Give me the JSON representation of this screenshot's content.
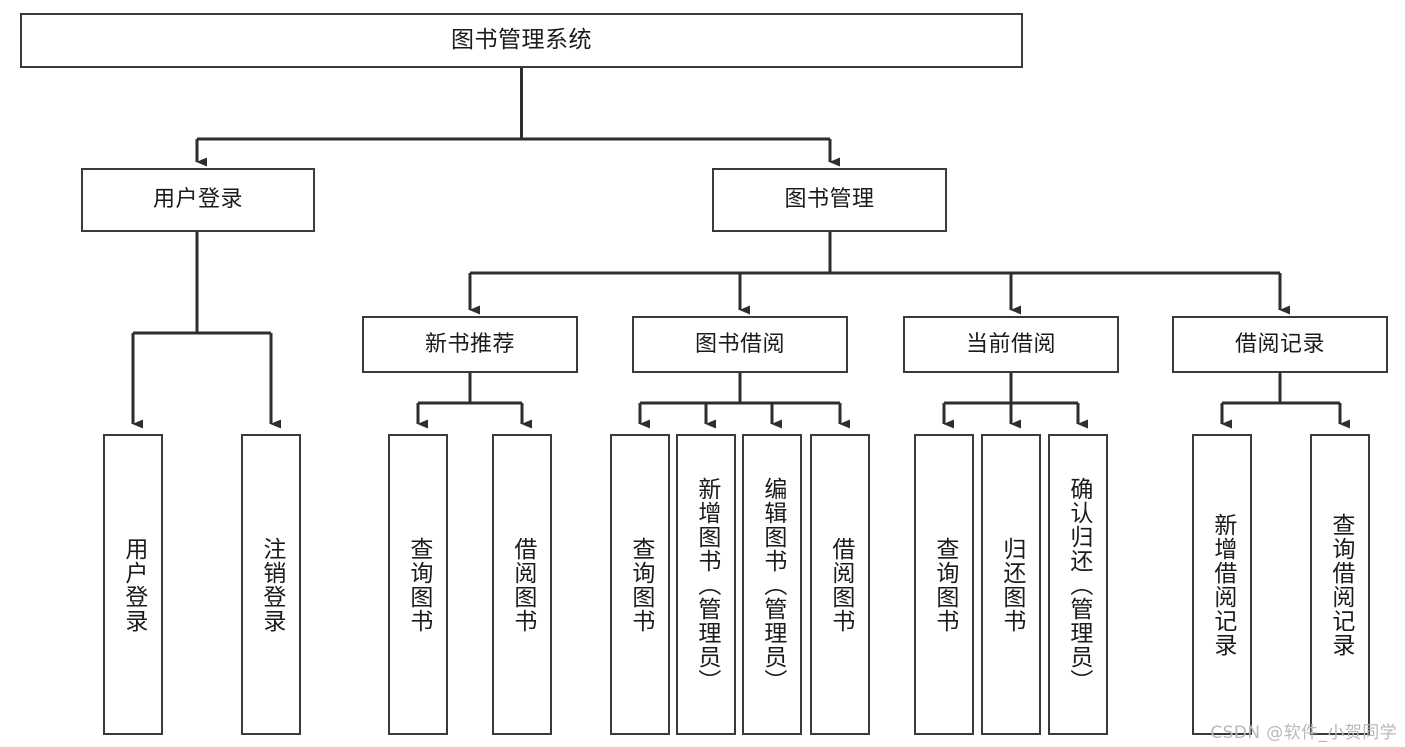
{
  "diagram": {
    "title": "图书管理系统",
    "type": "tree-hierarchy-chart",
    "watermark": "CSDN @软件_小贺同学",
    "colors": {
      "border": "#3a3a3a",
      "background": "#ffffff",
      "text": "#1b1b1b",
      "watermark": "#b9b9b9"
    },
    "nodes": {
      "root": {
        "label": "图书管理系统"
      },
      "level2": [
        {
          "id": "user-login",
          "label": "用户登录"
        },
        {
          "id": "book-management",
          "label": "图书管理"
        }
      ],
      "level3": [
        {
          "id": "new-book-recommend",
          "label": "新书推荐"
        },
        {
          "id": "book-borrow",
          "label": "图书借阅"
        },
        {
          "id": "current-borrow",
          "label": "当前借阅"
        },
        {
          "id": "borrow-record",
          "label": "借阅记录"
        }
      ],
      "leaves": {
        "user-login": [
          {
            "id": "leaf-user-login",
            "label": "用户登录"
          },
          {
            "id": "leaf-user-logout",
            "label": "注销登录"
          }
        ],
        "new-book-recommend": [
          {
            "id": "leaf-query-book-1",
            "label": "查询图书"
          },
          {
            "id": "leaf-borrow-book-1",
            "label": "借阅图书"
          }
        ],
        "book-borrow": [
          {
            "id": "leaf-query-book-2",
            "label": "查询图书"
          },
          {
            "id": "leaf-add-book",
            "label": "新增图书（管理员）"
          },
          {
            "id": "leaf-edit-book",
            "label": "编辑图书（管理员）"
          },
          {
            "id": "leaf-borrow-book-2",
            "label": "借阅图书"
          }
        ],
        "current-borrow": [
          {
            "id": "leaf-query-book-3",
            "label": "查询图书"
          },
          {
            "id": "leaf-return-book",
            "label": "归还图书"
          },
          {
            "id": "leaf-confirm-return",
            "label": "确认归还（管理员）"
          }
        ],
        "borrow-record": [
          {
            "id": "leaf-add-record",
            "label": "新增借阅记录"
          },
          {
            "id": "leaf-query-record",
            "label": "查询借阅记录"
          }
        ]
      }
    }
  }
}
